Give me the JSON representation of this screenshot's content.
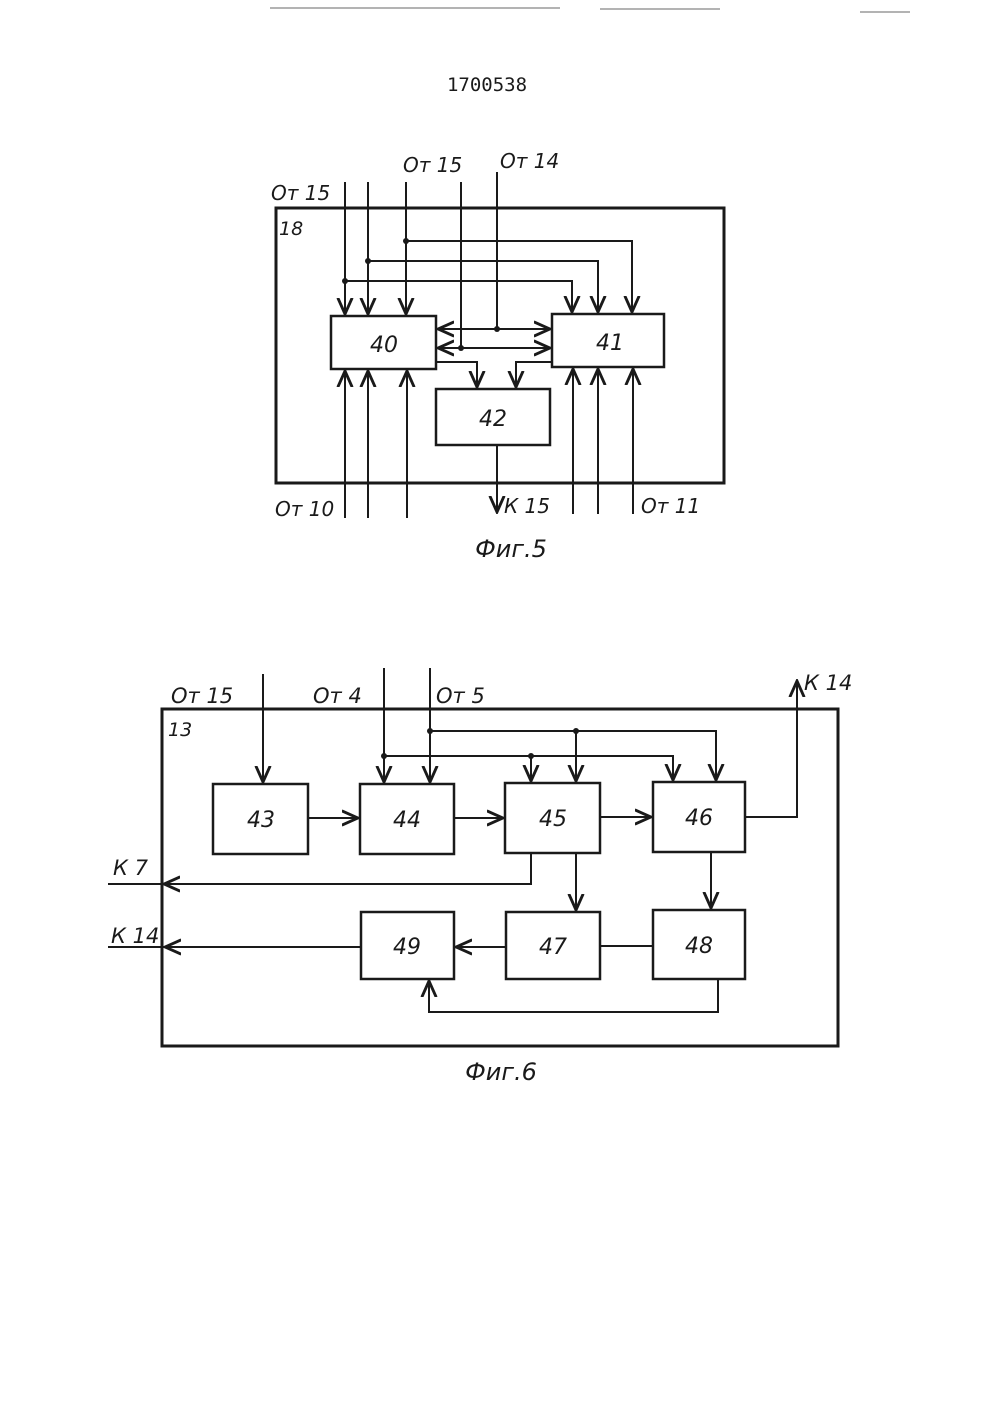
{
  "page": {
    "doc_number": "1700538"
  },
  "fig5": {
    "caption": "Фиг.5",
    "container_label": "18",
    "blocks": {
      "b40": "40",
      "b41": "41",
      "b42": "42"
    },
    "inputs": {
      "top_left": "От 15",
      "top_mid": "От 15",
      "top_right": "От 14",
      "bottom_left": "От 10",
      "bottom_right": "От 11"
    },
    "outputs": {
      "bottom": "К 15"
    }
  },
  "fig6": {
    "caption": "Фиг.6",
    "container_label": "13",
    "blocks": {
      "b43": "43",
      "b44": "44",
      "b45": "45",
      "b46": "46",
      "b47": "47",
      "b48": "48",
      "b49": "49"
    },
    "inputs": {
      "from15": "От 15",
      "from4": "От 4",
      "from5": "От 5"
    },
    "outputs": {
      "to14_top": "К 14",
      "to7": "К 7",
      "to14_left": "К 14"
    }
  }
}
